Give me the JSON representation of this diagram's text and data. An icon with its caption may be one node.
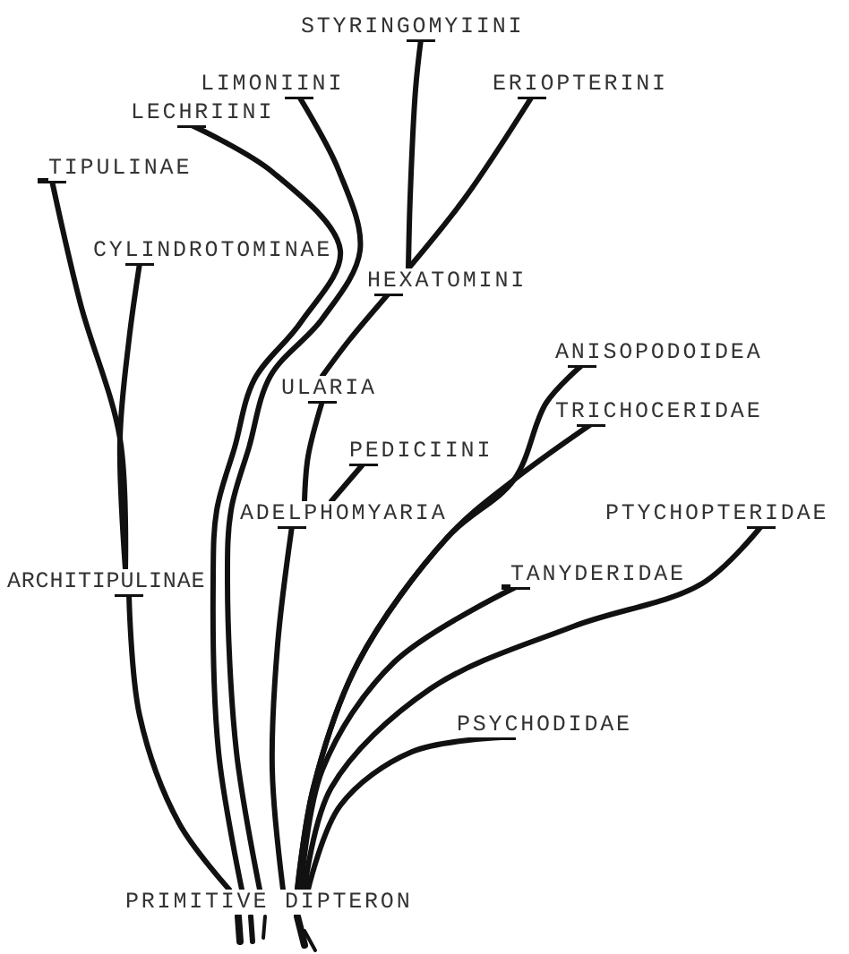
{
  "diagram": {
    "nodes": [
      {
        "text": [
          "STYRINGOMYIINI"
        ]
      },
      {
        "text": [
          "LIMONIINI"
        ]
      },
      {
        "text": [
          "ERIOPTERINI"
        ]
      },
      {
        "text": [
          "LECHRIINI"
        ]
      },
      {
        "text": [
          "TIPULINAE"
        ]
      },
      {
        "text": [
          "CYLINDROTOMINAE"
        ]
      },
      {
        "text": [
          "HEXATOMINI"
        ]
      },
      {
        "text": [
          "ANISOPODOIDEA"
        ]
      },
      {
        "text": [
          "ULARIA"
        ]
      },
      {
        "text": [
          "TRICHOCERIDAE"
        ]
      },
      {
        "text": [
          "PEDICIINI"
        ]
      },
      {
        "text": [
          "ADELPHOMYARIA"
        ]
      },
      {
        "text": [
          "PTYCHOPTERIDAE"
        ]
      },
      {
        "text": [
          "TANYDERIDAE"
        ]
      },
      {
        "text": [
          "ARCHITIPULINAE"
        ]
      },
      {
        "text": [
          "PSYCHODIDAE"
        ]
      },
      {
        "text": [
          "PRIMITIVE DIPTERON"
        ]
      }
    ],
    "edges": [
      {
        "from": 16,
        "to": 14,
        "arrow": "other"
      },
      {
        "from": 14,
        "to": 4,
        "arrow": "other"
      },
      {
        "from": 14,
        "to": 5,
        "arrow": "other"
      },
      {
        "from": 16,
        "to": 3,
        "arrow": "other"
      },
      {
        "from": 16,
        "to": 1,
        "arrow": "other"
      },
      {
        "from": 16,
        "to": 11,
        "arrow": "other"
      },
      {
        "from": 11,
        "to": 8,
        "arrow": "other"
      },
      {
        "from": 11,
        "to": 10,
        "arrow": "other"
      },
      {
        "from": 8,
        "to": 6,
        "arrow": "other"
      },
      {
        "from": 6,
        "to": 0,
        "arrow": "other"
      },
      {
        "from": 6,
        "to": 2,
        "arrow": "other"
      },
      {
        "from": 16,
        "to": 9,
        "arrow": "other"
      },
      {
        "from": 16,
        "to": 7,
        "arrow": "other"
      },
      {
        "from": 16,
        "to": 13,
        "arrow": "other"
      },
      {
        "from": 16,
        "to": 12,
        "arrow": "other"
      },
      {
        "from": 16,
        "to": 15,
        "arrow": "other"
      }
    ]
  }
}
